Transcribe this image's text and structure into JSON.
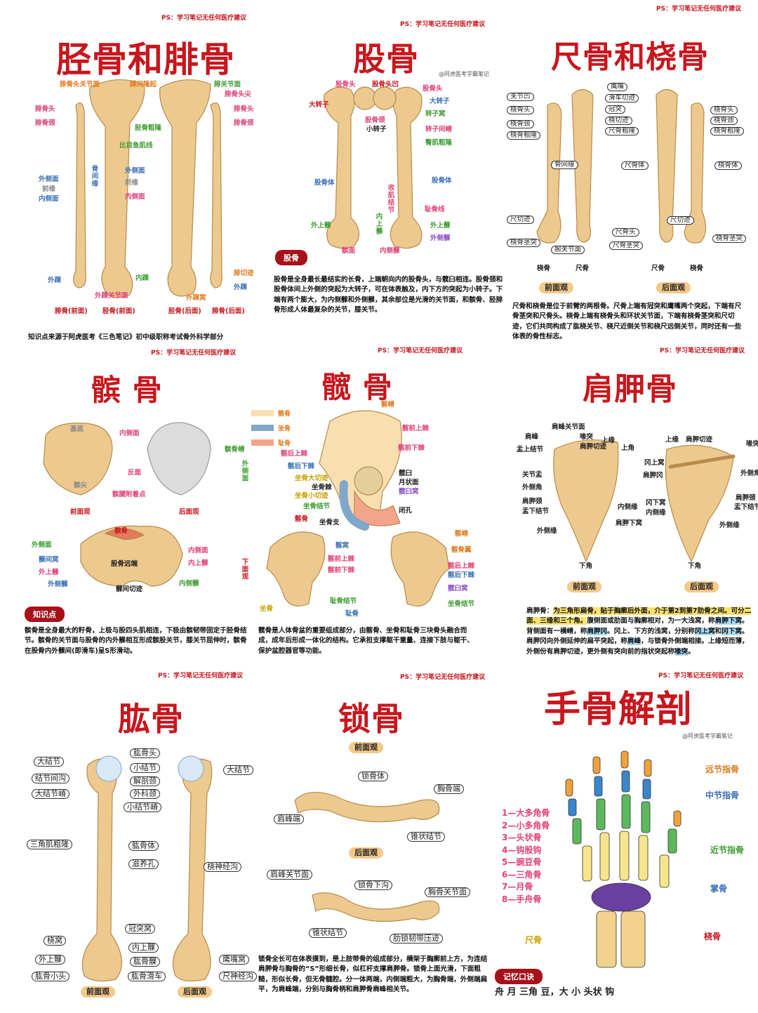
{
  "disclaimer": "PS：学习笔记无任何医疗建议",
  "colors": {
    "title": "#c8161d",
    "bone": "#ecc98f",
    "ilium": "#f7dfb0",
    "ischium": "#7fa7c9",
    "pubis": "#f5a48c"
  },
  "panels": [
    {
      "title": "胫骨和腓骨",
      "labels": [
        "腓骨头关节面",
        "踝间隆起",
        "腓关节面",
        "腓骨头尖",
        "腓骨头",
        "腓骨颈",
        "腓骨头",
        "腓骨颈",
        "胫骨粗隆",
        "比目鱼肌线",
        "外侧面",
        "前缘",
        "内侧面",
        "骨间缘",
        "外侧面",
        "前缘",
        "内侧面",
        "外踝",
        "内踝",
        "腓切迹",
        "外踝",
        "外踝关节面",
        "外踝窝",
        "腓骨(前面)",
        "胫骨(前面)",
        "胫骨(后面)",
        "腓骨(后面)"
      ],
      "footer": "知识点来源于阿虎医考《三色笔记》初中级职称考试骨外科学部分"
    },
    {
      "title": "股骨",
      "watermark": "@阿虎医考学霸笔记",
      "badge": "股骨",
      "labels": [
        "股骨头",
        "股骨头凹",
        "股骨头",
        "大转子",
        "大转子",
        "股骨颈",
        "小转子",
        "转子窝",
        "转子间嵴",
        "臀肌粗隆",
        "股骨体",
        "股骨体",
        "收肌结节",
        "内上髁",
        "耻骨线",
        "外上髁",
        "外上髁",
        "外侧髁",
        "髌面",
        "内侧髁"
      ],
      "paragraph": "股骨是全身最长最结实的长骨，上端朝向内的股骨头，与髋臼相连。股骨颈和股骨体间上外侧的突起为大转子，可在体表触及，内下方的突起为小转子。下端有两个膨大，为内侧髁和外侧髁，其余部位是光滑的关节面，和髌骨、胫腓骨形成人体最复杂的关节，膝关节。"
    },
    {
      "title": "尺骨和桡骨",
      "labels": [
        "鹰嘴",
        "滑车切迹",
        "冠突",
        "桡切迹",
        "尺骨粗隆",
        "关节凹",
        "桡骨头",
        "桡骨颈",
        "桡骨粗隆",
        "桡骨头",
        "桡骨颈",
        "桡骨粗隆",
        "骨间缘",
        "尺骨体",
        "桡骨体",
        "尺切迹",
        "尺切迹",
        "桡骨茎突",
        "腕关节面",
        "尺骨头",
        "尺骨茎突",
        "桡骨茎突",
        "桡骨",
        "尺骨",
        "尺骨",
        "桡骨",
        "前面观",
        "后面观"
      ],
      "paragraph": "尺骨和桡骨是位于前臂的两根骨。尺骨上端有冠突和鹰嘴两个突起，下端有尺骨茎突和尺骨头。桡骨上端有桡骨头和环状关节面，下端有桡骨茎突和尺切迹，它们共同构成了肱桡关节、桡尺近侧关节和桡尺远侧关节，同时还有一些体表的骨性标志。"
    },
    {
      "title": "髌  骨",
      "badge": "知识点",
      "labels": [
        "基底",
        "内侧面",
        "髌骨嵴",
        "外侧面",
        "反面",
        "髌尖",
        "髌腱附着点",
        "前面观",
        "后面观",
        "髌骨",
        "外侧面",
        "髁间窝",
        "股骨远端",
        "外上髁",
        "外侧髁",
        "内侧面",
        "内上髁",
        "内侧髁",
        "髁间切迹",
        "下面观"
      ],
      "paragraph": "髌骨是全身最大的籽骨，上极与股四头肌相连，下极由髌韧带固定于胫骨结节。髌骨的关节面与股骨的内外髁相互形成髌股关节，膝关节屈伸时，髌骨在股骨内外髁间(即滑车)呈S形滑动。"
    },
    {
      "title": "髋  骨",
      "legend": [
        "髂骨",
        "坐骨",
        "耻骨"
      ],
      "labels": [
        "髂嵴",
        "髂前上棘",
        "髂前下棘",
        "髂后上棘",
        "髂后下棘",
        "坐骨大切迹",
        "坐骨棘",
        "坐骨小切迹",
        "坐骨结节",
        "髋臼",
        "月状面",
        "髋臼窝",
        "闭孔",
        "髂骨",
        "坐骨支",
        "髂嵴",
        "髂骨翼",
        "髂窝",
        "髂前上棘",
        "髂前下棘",
        "髂后上棘",
        "髂后下棘",
        "髋臼窝",
        "耻骨结节",
        "坐骨结节",
        "坐骨",
        "耻骨"
      ],
      "paragraph": "髋骨是人体骨盆的重要组成部分，由髂骨、坐骨和耻骨三块骨头融合而成，成年后形成一体化的结构。它承担支撑躯干重量、连接下肢与躯干、保护盆腔器官等功能。"
    },
    {
      "title": "肩胛骨",
      "labels": [
        "肩峰关节面",
        "肩峰",
        "盂上结节",
        "喙突",
        "肩胛切迹",
        "上缘",
        "上角",
        "上缘",
        "肩胛切迹",
        "喙突",
        "关节盂",
        "外侧角",
        "肩胛颈",
        "盂下结节",
        "冈上窝",
        "肩胛冈",
        "外侧角",
        "内侧缘",
        "肩胛下窝",
        "冈下窝",
        "内侧缘",
        "肩胛颈",
        "盂下结节",
        "外侧缘",
        "外侧缘",
        "下角",
        "下角",
        "前面观",
        "后面观"
      ],
      "paragraph_parts": [
        {
          "text": "肩胛骨：",
          "hl": ""
        },
        {
          "text": "为三角形扁骨，贴于胸廓后外面，介于第2到第7肋骨之间。可分二面、三缘和三个角。",
          "hl": "y"
        },
        {
          "text": "腹侧面或肋面与胸廓相对，为一大浅窝，称",
          "hl": ""
        },
        {
          "text": "肩胛下窝",
          "hl": "b"
        },
        {
          "text": "。背侧面有一横嵴，称",
          "hl": ""
        },
        {
          "text": "肩胛冈",
          "hl": "b"
        },
        {
          "text": "。冈上、下方的浅窝，分别称",
          "hl": ""
        },
        {
          "text": "冈上窝",
          "hl": "b"
        },
        {
          "text": "和",
          "hl": ""
        },
        {
          "text": "冈下窝",
          "hl": "b"
        },
        {
          "text": "。肩胛冈向外侧延伸的扁平突起，称",
          "hl": ""
        },
        {
          "text": "肩峰",
          "hl": "b"
        },
        {
          "text": "，与锁骨外侧端相接。上缘短而薄，外侧份有肩胛切迹，更外侧有突向前的指状突起称",
          "hl": ""
        },
        {
          "text": "喙突",
          "hl": "b"
        },
        {
          "text": "。",
          "hl": ""
        }
      ]
    },
    {
      "title": "肱骨",
      "labels": [
        "肱骨头",
        "小结节",
        "解剖颈",
        "外科颈",
        "小结节嵴",
        "大结节",
        "结节间沟",
        "大结节嵴",
        "大结节",
        "三角肌粗隆",
        "肱骨体",
        "滋养孔",
        "桡神经沟",
        "冠突窝",
        "内上髁",
        "肱骨髁",
        "肱骨滑车",
        "桡窝",
        "外上髁",
        "肱骨小头",
        "鹰嘴窝",
        "尺神经沟",
        "前面观",
        "后面观"
      ]
    },
    {
      "title": "锁骨",
      "labels": [
        "前面观",
        "锁骨体",
        "胸骨端",
        "肩峰端",
        "锥状结节",
        "后面观",
        "肩峰关节面",
        "锁骨下沟",
        "胸骨关节面",
        "锥状结节",
        "肋锁韧带压迹"
      ],
      "paragraph": "锁骨全长可在体表摸到，是上肢带骨的组成部分，横架于胸廓前上方，为连结肩胛骨与胸骨的“S”形细长骨，似杠杆支撑肩胛骨。锁骨上面光滑，下面粗糙，形似长骨，但无骨髓腔。分一体两端，内侧端粗大，为胸骨端，外侧端扁平，为肩峰端，分别与胸骨柄和肩胛骨肩峰相关节。"
    },
    {
      "title": "手骨解剖",
      "watermark": "@阿虎医考学霸笔记",
      "labels": [
        "远节指骨",
        "中节指骨",
        "近节指骨",
        "掌骨",
        "桡骨",
        "尺骨"
      ],
      "carpals": [
        "1—大多角骨",
        "2—小多角骨",
        "3—头状骨",
        "4—钩股钩",
        "5—豌豆骨",
        "6—三角骨",
        "7—月骨",
        "8—手舟骨"
      ],
      "mnemonic_badge": "记忆口诀",
      "mnemonic": "舟 月 三角 豆，大 小 头状 钩"
    }
  ]
}
